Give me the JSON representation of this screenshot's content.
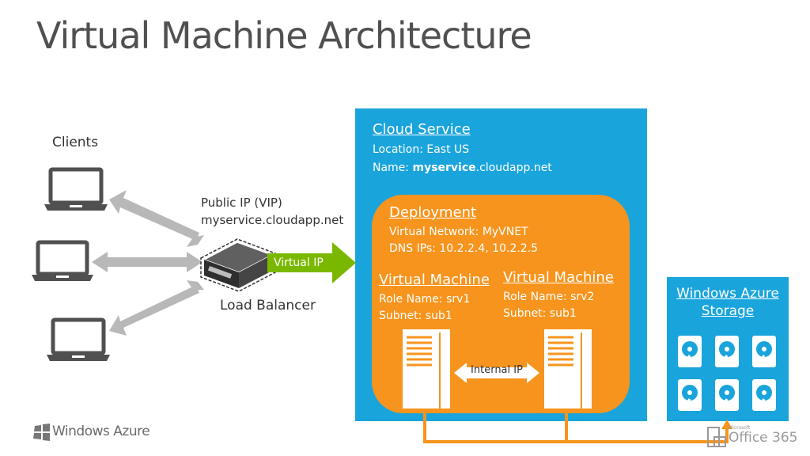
{
  "title": "Virtual Machine Architecture",
  "clients_label": "Clients",
  "public_ip": {
    "line1": "Public IP (VIP)",
    "line2": "myservice.cloudapp.net"
  },
  "load_balancer_label": "Load Balancer",
  "virtual_ip_label": "Virtual IP",
  "cloud_service": {
    "heading": "Cloud Service",
    "location": "Location: East US",
    "name_prefix": "Name: ",
    "name_bold": "myservice",
    "name_suffix": ".cloudapp.net"
  },
  "deployment": {
    "heading": "Deployment",
    "vnet": "Virtual Network: MyVNET",
    "dns": "DNS IPs: 10.2.2.4, 10.2.2.5"
  },
  "vm1": {
    "heading": "Virtual Machine",
    "role": "Role Name: srv1",
    "subnet": "Subnet: sub1"
  },
  "vm2": {
    "heading": "Virtual Machine",
    "role": "Role Name: srv2",
    "subnet": "Subnet: sub1"
  },
  "internal_ip_label": "Internal IP",
  "storage": {
    "line1": "Windows Azure",
    "line2": "Storage"
  },
  "logos": {
    "windows_azure": "Windows Azure",
    "office_small": "Microsoft",
    "office": "Office 365"
  },
  "colors": {
    "azure_blue": "#1aa4dc",
    "orange": "#f7941d",
    "green": "#7ab800",
    "grey_arrow": "#b8b8b8"
  }
}
